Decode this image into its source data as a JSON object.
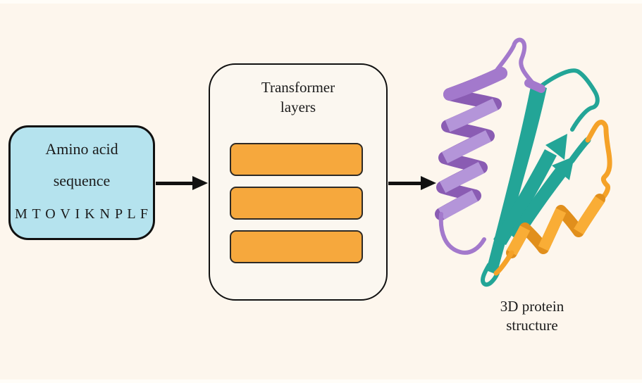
{
  "colors": {
    "page_bg": "#fdf6ed",
    "edge_strip": "#fffdf8",
    "text": "#1b1b1b",
    "box_border": "#111111",
    "input_box_fill": "#b5e3ee",
    "transformer_box_fill": "#fbf7f0",
    "layer_fill": "#f6a83d",
    "layer_border": "#2e2a25",
    "arrow": "#111111",
    "purple": "#a379cc",
    "purple_light": "#b495d9",
    "purple_dark": "#8a5cb3",
    "teal": "#23a597",
    "orange": "#f5a228",
    "orange_light": "#f9ad36",
    "orange_dark": "#e18f1c"
  },
  "input_box": {
    "line1": "Amino acid",
    "line2": "sequence",
    "sequence": "M T O V I K N P L F"
  },
  "transformer": {
    "line1": "Transformer",
    "line2": "layers",
    "layer_count": 3
  },
  "output_caption": {
    "line1": "3D protein",
    "line2": "structure"
  }
}
